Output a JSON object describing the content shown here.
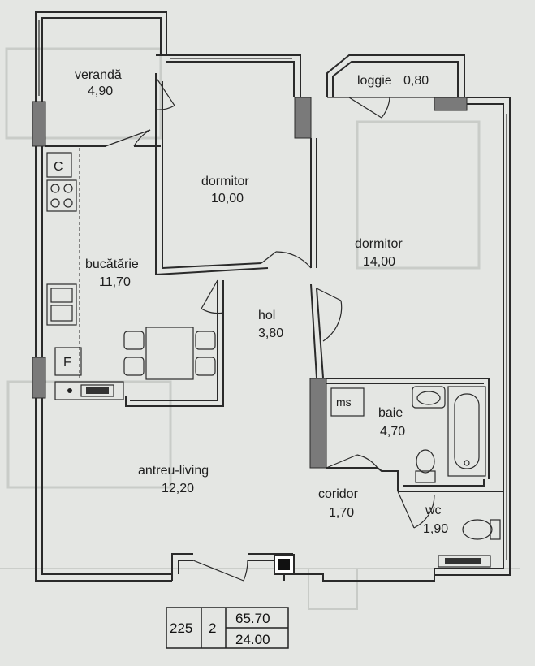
{
  "rooms": {
    "veranda": {
      "name": "verandă",
      "area": "4,90"
    },
    "loggie": {
      "name": "loggie",
      "area": "0,80"
    },
    "dormitor1": {
      "name": "dormitor",
      "area": "10,00"
    },
    "dormitor2": {
      "name": "dormitor",
      "area": "14,00"
    },
    "bucatarie": {
      "name": "bucătărie",
      "area": "11,70"
    },
    "hol": {
      "name": "hol",
      "area": "3,80"
    },
    "baie": {
      "name": "baie",
      "area": "4,70"
    },
    "antreu": {
      "name": "antreu-living",
      "area": "12,20"
    },
    "coridor": {
      "name": "coridor",
      "area": "1,70"
    },
    "wc": {
      "name": "wc",
      "area": "1,90"
    }
  },
  "fixtures": {
    "cooker_label": "C",
    "fridge_label": "F",
    "ms_label": "ms"
  },
  "title_block": {
    "number": "225",
    "rooms": "2",
    "total_area": "65.70",
    "living_area": "24.00"
  },
  "colors": {
    "background": "#e4e6e3",
    "wall_line": "#2a2a2a",
    "wall_hatch": "#7a7a7a"
  }
}
